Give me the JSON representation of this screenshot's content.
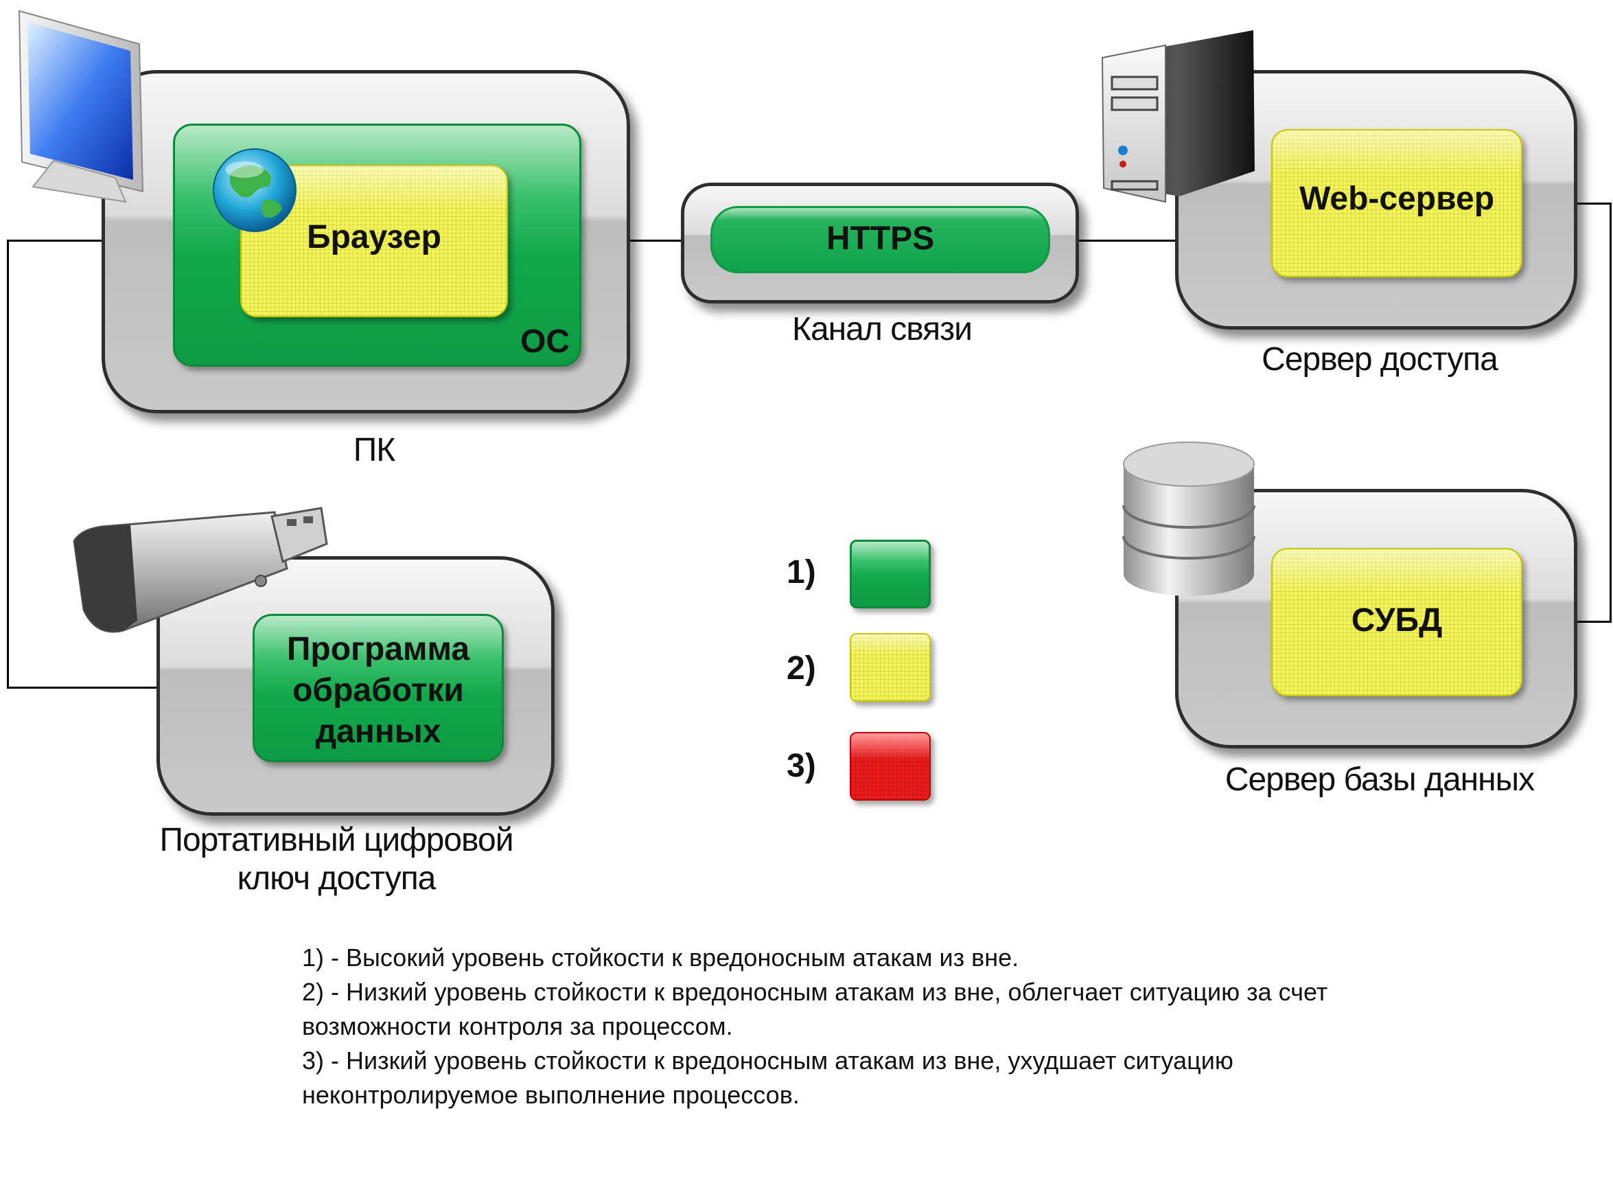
{
  "nodes": {
    "pc": {
      "caption": "ПК",
      "os_label": "ОС",
      "browser_label": "Браузер"
    },
    "channel": {
      "caption": "Канал связи",
      "protocol_label": "HTTPS"
    },
    "access_server": {
      "caption": "Сервер доступа",
      "web_server_label": "Web-сервер"
    },
    "db_server": {
      "caption": "Сервер базы данных",
      "dbms_label": "СУБД"
    },
    "key": {
      "caption_line1": "Портативный цифровой",
      "caption_line2": "ключ доступа",
      "program_line1": "Программа",
      "program_line2": "обработки",
      "program_line3": "данных"
    }
  },
  "legend": [
    {
      "label": "1)",
      "color": "#12a64b"
    },
    {
      "label": "2)",
      "color": "#f3f35a"
    },
    {
      "label": "3)",
      "color": "#ee1a1a"
    }
  ],
  "notes": [
    "1) - Высокий уровень стойкости к вредоносным атакам из вне.",
    "2) - Низкий уровень стойкости к вредоносным атакам из вне, облегчает ситуацию за счет",
    "возможности контроля за процессом.",
    "3) - Низкий уровень стойкости к вредоносным атакам из вне, ухудшает ситуацию",
    "неконтролируемое выполнение процессов."
  ]
}
